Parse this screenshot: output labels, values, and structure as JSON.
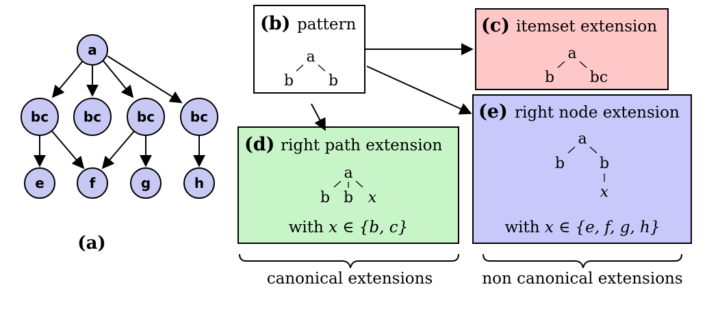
{
  "colors": {
    "node_fill": "#c8c8f5",
    "stroke": "#000000",
    "box_c": "#ffc8c8",
    "box_d": "#c8f5c8",
    "box_e": "#c8c8fb"
  },
  "graph": {
    "caption": "(a)",
    "nodes": {
      "a": "a",
      "bc1": "bc",
      "bc2": "bc",
      "bc3": "bc",
      "bc4": "bc",
      "e": "e",
      "f": "f",
      "g": "g",
      "h": "h"
    }
  },
  "box_b": {
    "tag": "(b)",
    "title": "pattern",
    "tree": {
      "root": "a",
      "left": "b",
      "right": "b"
    }
  },
  "box_c": {
    "tag": "(c)",
    "title": "itemset extension",
    "tree": {
      "root": "a",
      "left": "b",
      "right": "bc"
    }
  },
  "box_d": {
    "tag": "(d)",
    "title": "right path extension",
    "tree": {
      "root": "a",
      "left": "b",
      "mid": "b",
      "right": "x"
    },
    "cond_prefix": "with ",
    "cond_math": "x ∈ {b, c}"
  },
  "box_e": {
    "tag": "(e)",
    "title": "right node extension",
    "tree": {
      "root": "a",
      "left": "b",
      "right": "b",
      "child": "x"
    },
    "cond_prefix": "with ",
    "cond_math": "x ∈ {e, f, g, h}"
  },
  "braces": {
    "canonical": "canonical extensions",
    "non_canonical": "non canonical extensions"
  }
}
